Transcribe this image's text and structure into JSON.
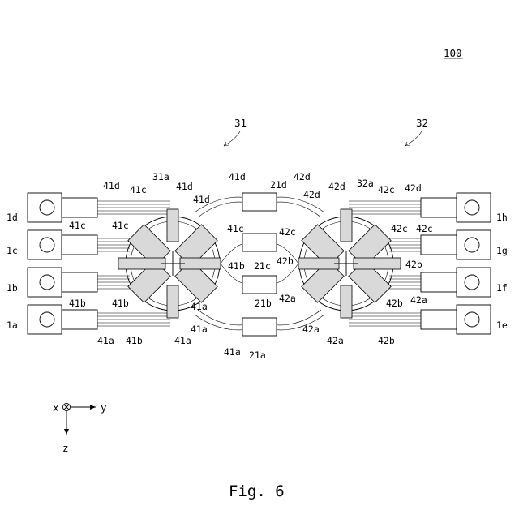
{
  "figure": {
    "caption": "Fig. 6",
    "device_ref": "100",
    "group_refs": [
      "31",
      "32"
    ],
    "axes": {
      "x": "x",
      "y": "y",
      "z": "z"
    }
  },
  "terminals": [
    "1a",
    "1b",
    "1c",
    "1d",
    "1e",
    "1f",
    "1g",
    "1h"
  ],
  "connectors": [
    "21a",
    "21b",
    "21c",
    "21d"
  ],
  "hubs": [
    "31a",
    "32a"
  ],
  "wires_left": [
    "41a",
    "41b",
    "41c",
    "41d"
  ],
  "wires_right": [
    "42a",
    "42b",
    "42c",
    "42d"
  ]
}
